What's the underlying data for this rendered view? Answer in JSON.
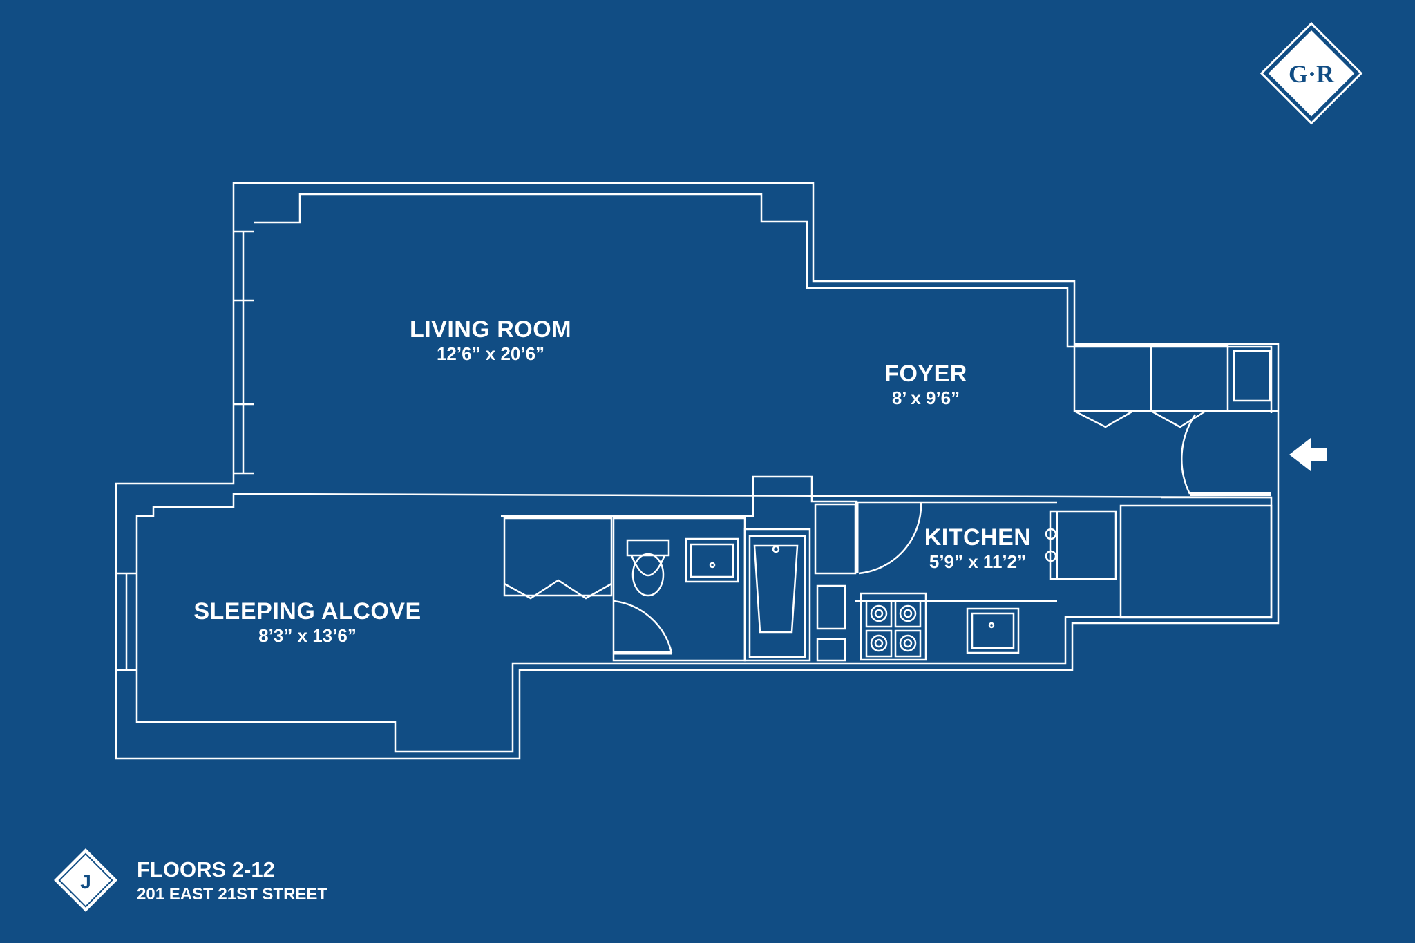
{
  "logo": {
    "text": "G·R",
    "icon": "gr-diamond-logo"
  },
  "rooms": {
    "living": {
      "name": "LIVING ROOM",
      "dims": "12’6” x 20’6”"
    },
    "foyer": {
      "name": "FOYER",
      "dims": "8’ x 9’6”"
    },
    "kitchen": {
      "name": "KITCHEN",
      "dims": "5’9” x 11’2”"
    },
    "sleeping": {
      "name": "SLEEPING ALCOVE",
      "dims": "8’3” x 13’6”"
    }
  },
  "unit": {
    "letter": "J",
    "floors": "FLOORS 2-12",
    "address": "201 EAST 21ST STREET"
  },
  "entry": {
    "icon": "entry-arrow-icon"
  },
  "colors": {
    "background": "#114d84",
    "line": "#ffffff"
  }
}
